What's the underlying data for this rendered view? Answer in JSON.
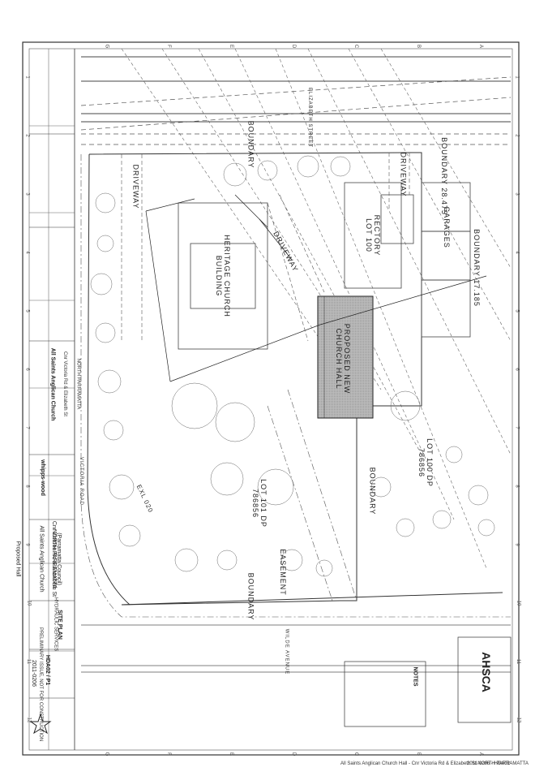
{
  "street_labels": {
    "elizabeth_street": "ELIZABETH STREET",
    "victoria_road": "VICTORIA ROAD",
    "wilde_avenue": "WILDE AVENUE"
  },
  "site_labels": {
    "boundary": "BOUNDARY",
    "driveway": "DRIVEWAY",
    "easement": "EASEMENT",
    "heritage_church": "HERITAGE CHURCH BUILDING",
    "rectory": "RECTORY LOT 100",
    "proposed_church": "PROPOSED NEW CHURCH HALL",
    "garages": "GARAGES",
    "lot_100": "LOT 100 DP 786856",
    "lot_101": "LOT 101 DP 786856",
    "boundary_top": "BOUNDARY 28.475",
    "boundary_top2": "BOUNDARY 17.185",
    "dim_left": "EXL 020"
  },
  "title_block": {
    "client": "All Saints Anglican Church",
    "client_addr": "Cnr Victoria Rd & Elizabeth St",
    "client_city": "NORTH PARRAMATTA",
    "company": "whipps-wood",
    "project_line1": "Proposed Hall",
    "project_line2": "All Saints Anglican Church",
    "project_line3": "Cnr Victoria Rd & Elizabeth St",
    "project_line4": "NORTH PARRAMATTA",
    "project_line5": "(Parramatta Council)",
    "discipline": "HYDRAULIC SERVICES",
    "drawing_title": "SITE PLAN",
    "status": "PRELIMINARY ISSUE, NOT FOR CONSTRUCTION",
    "job_no": "2011-0206",
    "drawing_no": "HDA02 / P1"
  },
  "footer": {
    "left": "All Saints Anglican Church Hall - Cnr Victoria Rd & Elizabeth St NORTH PARRAMATTA",
    "right": "2011-0206 - HDA02"
  },
  "logo": {
    "name": "AHSCA"
  },
  "notes": {
    "heading": "NOTES"
  },
  "grid": {
    "numbers": [
      "1",
      "2",
      "3",
      "4",
      "5",
      "6",
      "7",
      "8",
      "9",
      "10",
      "11",
      "12"
    ],
    "letters": [
      "G",
      "F",
      "E",
      "D",
      "C",
      "B",
      "A"
    ]
  }
}
